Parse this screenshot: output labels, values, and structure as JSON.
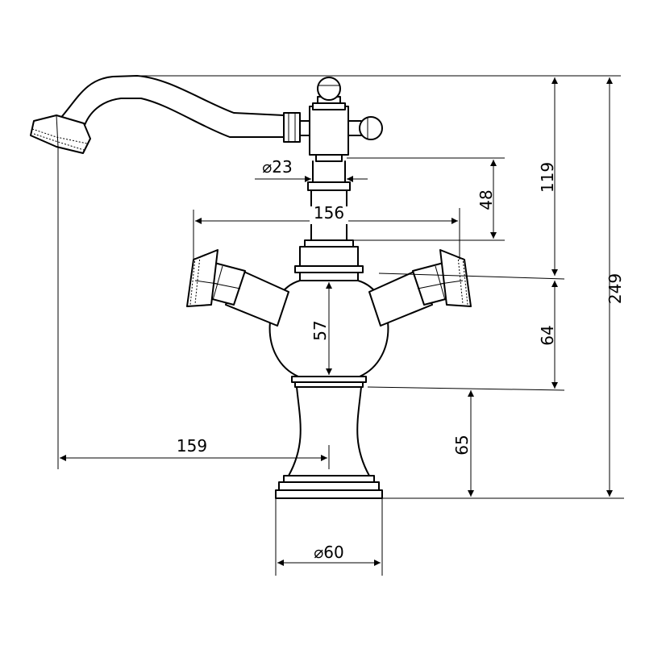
{
  "dimensions": {
    "spout_reach": "159",
    "total_height": "249",
    "lever_height": "119",
    "handle_height": "64",
    "base_height": "65",
    "upper_stem": "48",
    "body_height": "57",
    "handle_span": "156",
    "stem_diameter": "⌀23",
    "base_diameter": "⌀60"
  },
  "colors": {
    "line": "#000000",
    "background": "#ffffff"
  }
}
